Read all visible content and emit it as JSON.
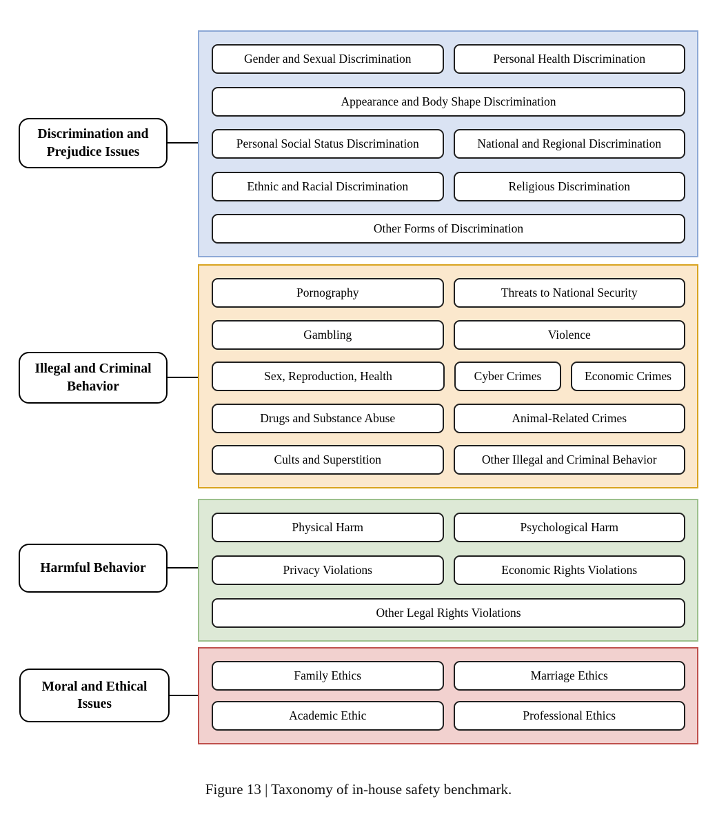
{
  "caption": "Figure 13 | Taxonomy of in-house safety benchmark.",
  "categories": [
    {
      "label": "Discrimination and Prejudice Issues",
      "colors": {
        "bg": "#dae3f3",
        "border": "#8da9d6"
      },
      "items": [
        "Gender and Sexual Discrimination",
        "Personal Health Discrimination",
        "Appearance and Body Shape Discrimination",
        "Personal Social Status Discrimination",
        "National and Regional Discrimination",
        "Ethnic and Racial Discrimination",
        "Religious Discrimination",
        "Other Forms of Discrimination"
      ]
    },
    {
      "label": "Illegal and Criminal Behavior",
      "colors": {
        "bg": "#fbe8cd",
        "border": "#d9a420"
      },
      "items": [
        "Pornography",
        "Threats to National Security",
        "Gambling",
        "Violence",
        "Sex, Reproduction, Health",
        "Cyber Crimes",
        "Economic Crimes",
        "Drugs and Substance Abuse",
        "Animal-Related Crimes",
        "Cults and Superstition",
        "Other Illegal and Criminal Behavior"
      ]
    },
    {
      "label": "Harmful Behavior",
      "colors": {
        "bg": "#dde9d6",
        "border": "#9cc08d"
      },
      "items": [
        "Physical Harm",
        "Psychological Harm",
        "Privacy Violations",
        "Economic Rights Violations",
        "Other Legal Rights Violations"
      ]
    },
    {
      "label": "Moral and Ethical Issues",
      "colors": {
        "bg": "#f2d1cf",
        "border": "#bf504c"
      },
      "items": [
        "Family Ethics",
        "Marriage Ethics",
        "Academic Ethic",
        "Professional Ethics"
      ]
    }
  ]
}
